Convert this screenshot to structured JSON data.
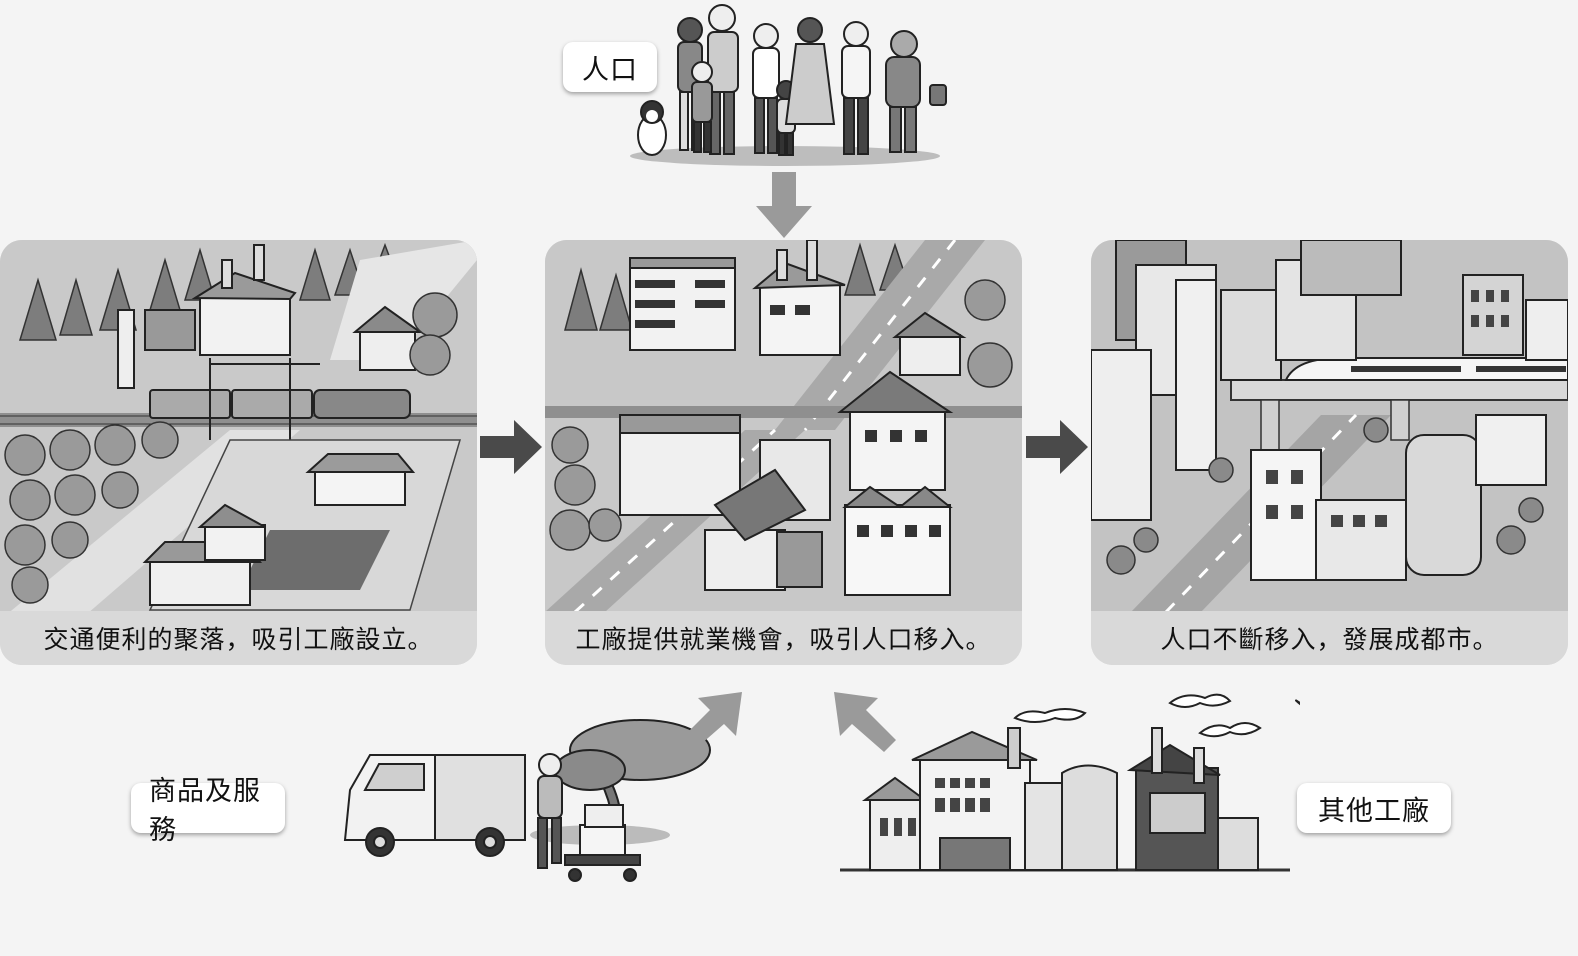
{
  "labels": {
    "population": "人口",
    "goods_services": "商品及服務",
    "other_factories": "其他工廠"
  },
  "panels": [
    {
      "caption": "交通便利的聚落，吸引工廠設立。",
      "scene": "village-railway-factory"
    },
    {
      "caption": "工廠提供就業機會，吸引人口移入。",
      "scene": "growing-town"
    },
    {
      "caption": "人口不斷移入，發展成都市。",
      "scene": "city-with-high-speed-rail"
    }
  ],
  "arrows": {
    "flow_color": "#4a4a4a",
    "input_color": "#9a9a9a"
  }
}
